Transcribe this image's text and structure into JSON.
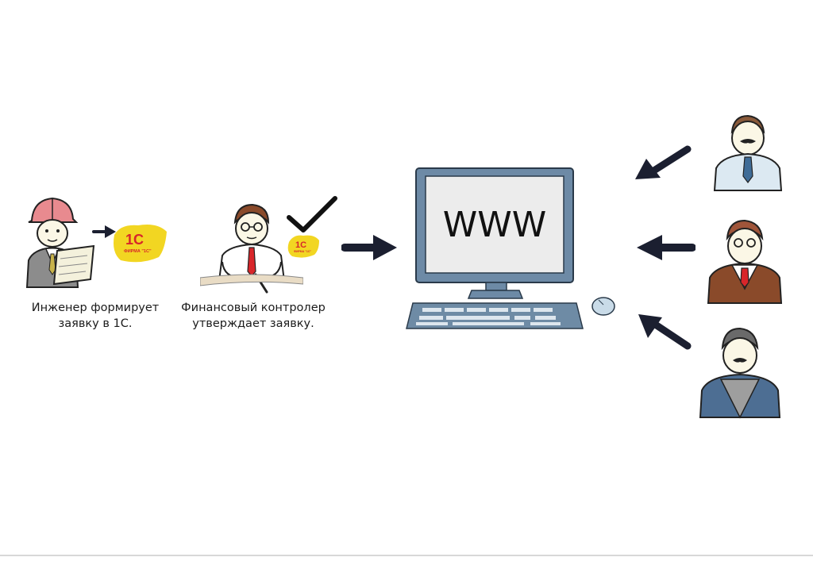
{
  "engineer": {
    "caption": "Инженер формирует\nзаявку в 1С.",
    "logo_text": "1С",
    "logo_sub": "ФИРМА \"1С\""
  },
  "controller": {
    "caption": "Финансовый контролер\nутверждает заявку.",
    "logo_text": "1С",
    "logo_sub": "ФИРМА \"1С\""
  },
  "computer": {
    "screen_text": "WWW"
  },
  "colors": {
    "arrow": "#1b1f30",
    "logo_yellow": "#f2d622",
    "logo_red": "#d8262a",
    "screen_frame": "#6d8aa6",
    "screen_fill": "#ececec",
    "keyboard": "#6e8ba5"
  },
  "icons": [
    "engineer-icon",
    "controller-icon",
    "checkmark-icon",
    "computer-icon",
    "user-icon"
  ]
}
